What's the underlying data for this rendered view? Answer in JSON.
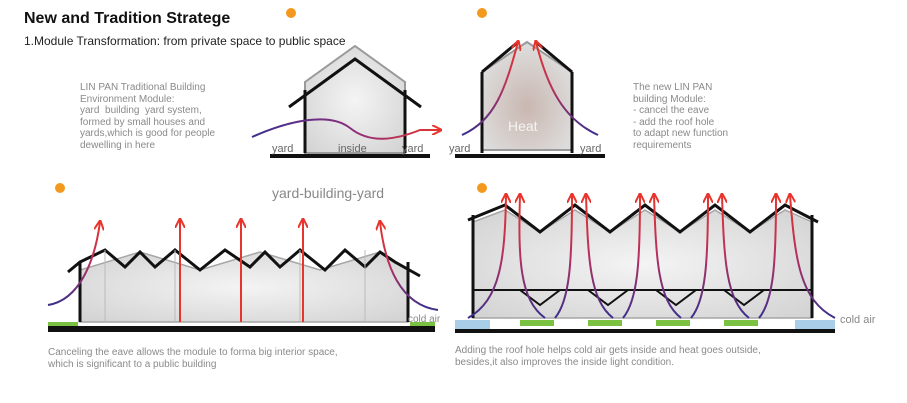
{
  "header": {
    "title": "New and Tradition Stratege",
    "subtitle": "1.Module Transformation: from private space to public space"
  },
  "notes": {
    "traditional": "LIN PAN Traditional Building\nEnvironment Module:\nyard  building  yard system,\nformed by small houses and\nyards,which is good for people\ndewelling in here",
    "new_module": "The new LIN PAN\nbuilding Module:\n- cancel the eave\n- add the roof hole\nto adapt new function\nrequirements",
    "canceling": "Canceling the eave allows the module to forma big interior space,\nwhich is significant to a public building",
    "adding": "Adding the roof hole helps cold air gets inside and heat goes outside,\nbesides,it also improves the inside light condition."
  },
  "labels": {
    "yard": "yard",
    "inside": "inside",
    "heat": "Heat",
    "yard_building_yard": "yard-building-yard",
    "cold_air": "cold air"
  },
  "colors": {
    "accent_dot": "#f39a1e",
    "heat_red": "#e8342c",
    "cold_blue": "#3a2f8c",
    "grass": "#7bc142",
    "water": "#a9cfe8"
  }
}
